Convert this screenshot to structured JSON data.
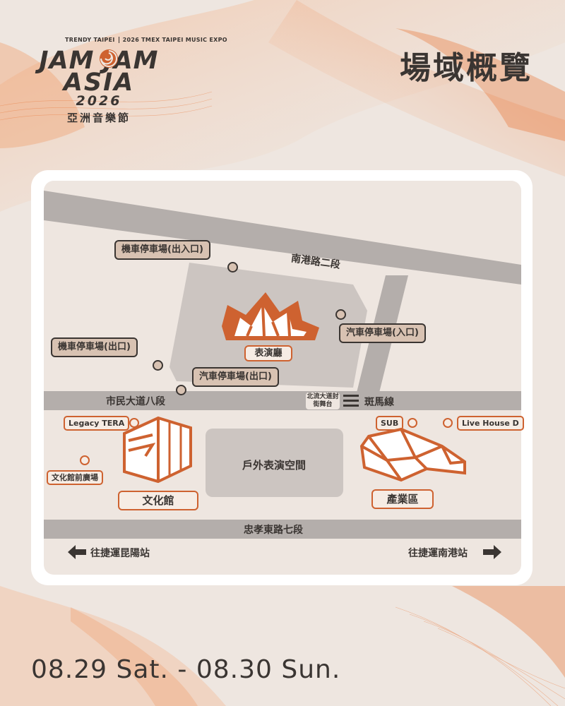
{
  "header": {
    "brand_trendy": "TRENDY TAIPEI",
    "brand_tmex": "2026 TMEX TAIPEI MUSIC EXPO",
    "logo_line1": "JAM JAM",
    "logo_line2": "ASIA",
    "logo_year": "2026",
    "logo_subtitle": "亞洲音樂節",
    "page_title": "場域概覽"
  },
  "map": {
    "roads": {
      "nangang_road": "南港路二段",
      "civic_blvd": "市民大道八段",
      "zhongxiao_road": "忠孝東路七段"
    },
    "parking": {
      "moto_in_out": "機車停車場(出入口)",
      "moto_out": "機車停車場(出口)",
      "car_out": "汽車停車場(出口)",
      "car_in": "汽車停車場(入口)"
    },
    "venues": {
      "music_hall": "表演廳",
      "outdoor_space": "戶外表演空間",
      "culture_hall": "文化館",
      "industry_zone": "產業區",
      "legacy_tera": "Legacy TERA",
      "culture_plaza": "文化館前廣場",
      "sub": "SUB",
      "live_house_d": "Live House D",
      "street_stage": "北流大道封街舞台",
      "crosswalk": "斑馬線"
    },
    "directions": {
      "to_kunyang": "往捷運昆陽站",
      "to_nangang": "往捷運南港站"
    }
  },
  "footer": {
    "dates": "08.29 Sat. - 08.30 Sun."
  },
  "colors": {
    "accent": "#ce6230",
    "road": "#b4aeab",
    "background": "#eee6e0",
    "tan": "#d8c2b2",
    "text": "#3a3532"
  },
  "icons": [
    "swirl-logo-icon",
    "music-hall-icon",
    "culture-hall-icon",
    "industry-zone-icon",
    "arrow-left-icon",
    "arrow-right-icon",
    "crosswalk-icon"
  ]
}
